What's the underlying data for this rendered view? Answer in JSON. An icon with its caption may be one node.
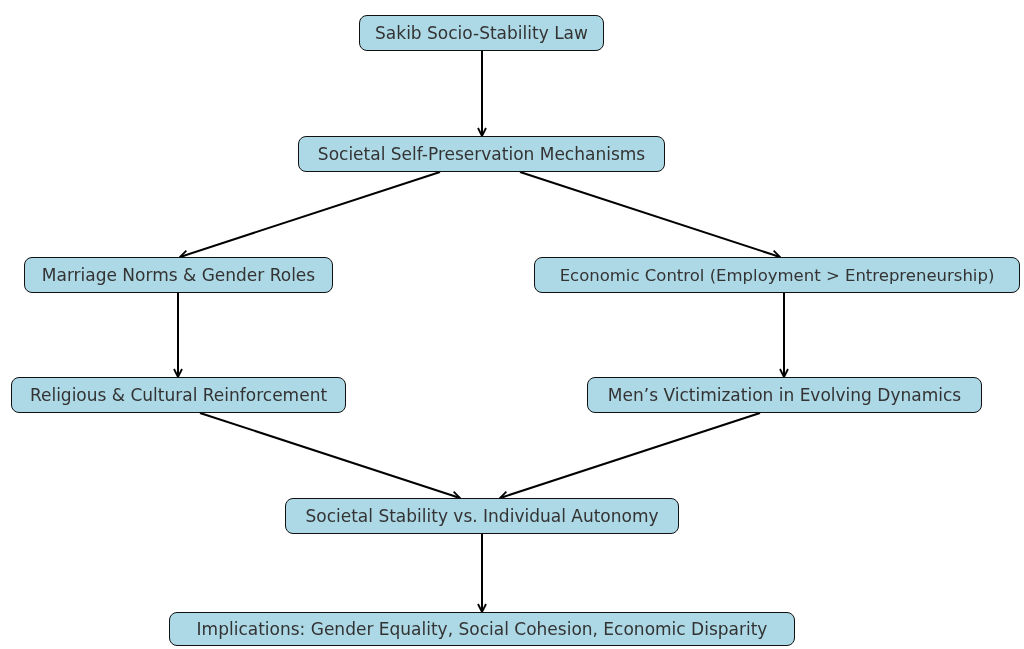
{
  "diagram": {
    "nodes": [
      {
        "text": [
          "Sakib Socio-Stability Law"
        ]
      },
      {
        "text": [
          "Societal Self-Preservation Mechanisms"
        ]
      },
      {
        "text": [
          "Marriage Norms & Gender Roles"
        ]
      },
      {
        "text": [
          "Economic Control (Employment > Entrepreneurship)"
        ]
      },
      {
        "text": [
          "Religious & Cultural Reinforcement"
        ]
      },
      {
        "text": [
          "Men’s Victimization in Evolving Dynamics"
        ]
      },
      {
        "text": [
          "Societal Stability vs. Individual Autonomy"
        ]
      },
      {
        "text": [
          "Implications: Gender Equality, Social Cohesion, Economic Disparity"
        ]
      }
    ],
    "edges": [
      {
        "from": 0,
        "to": 1,
        "arrow": "to"
      },
      {
        "from": 1,
        "to": 2,
        "arrow": "to"
      },
      {
        "from": 1,
        "to": 3,
        "arrow": "to"
      },
      {
        "from": 2,
        "to": 4,
        "arrow": "to"
      },
      {
        "from": 3,
        "to": 5,
        "arrow": "to"
      },
      {
        "from": 4,
        "to": 6,
        "arrow": "to"
      },
      {
        "from": 5,
        "to": 6,
        "arrow": "to"
      },
      {
        "from": 6,
        "to": 7,
        "arrow": "to"
      }
    ]
  }
}
